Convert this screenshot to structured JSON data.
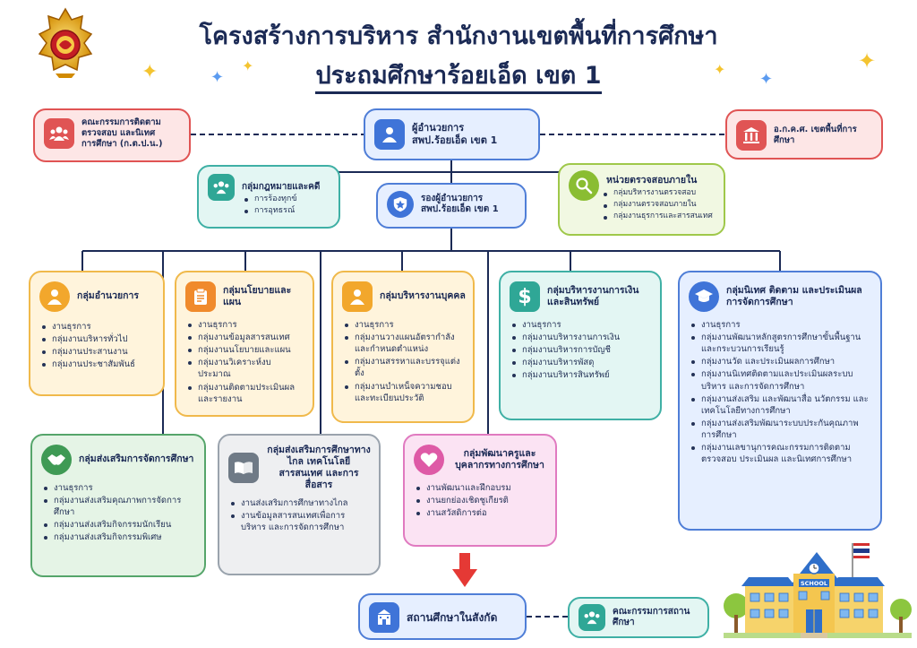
{
  "header": {
    "title_line1": "โครงสร้างการบริหาร สำนักงานเขตพื้นที่การศึกษา",
    "title_line2": "ประถมศึกษาร้อยเอ็ด เขต 1"
  },
  "director": {
    "title": "ผู้อำนวยการ\nสพป.ร้อยเอ็ด เขต 1",
    "icon": "person-icon"
  },
  "deputy": {
    "title": "รองผู้อำนวยการ\nสพป.ร้อยเอ็ด เขต 1",
    "icon": "badge-icon"
  },
  "committee_left": {
    "title": "คณะกรรมการติดตาม\nตรวจสอบ และนิเทศ\nการศึกษา (ก.ต.ป.น.)",
    "icon": "group-icon"
  },
  "committee_right": {
    "title": "อ.ก.ค.ศ. เขตพื้นที่การ\nศึกษา",
    "icon": "building-icon"
  },
  "legal": {
    "title": "กลุ่มกฎหมายและคดี",
    "icon": "group-icon",
    "items": [
      "การร้องทุกข์",
      "การอุทธรณ์"
    ]
  },
  "audit": {
    "title": "หน่วยตรวจสอบภายใน",
    "icon": "magnifier-icon",
    "items": [
      "กลุ่มบริหารงานตรวจสอบ",
      "กลุ่มงานตรวจสอบภายใน",
      "กลุ่มงานธุรการและสารสนเทศ"
    ]
  },
  "groups": [
    {
      "title": "กลุ่มอำนวยการ",
      "icon": "person-icon",
      "items": [
        "งานธุรการ",
        "กลุ่มงานบริหารทั่วไป",
        "กลุ่มงานประสานงาน",
        "กลุ่มงานประชาสัมพันธ์"
      ]
    },
    {
      "title": "กลุ่มนโยบายและแผน",
      "icon": "clipboard-icon",
      "items": [
        "งานธุรการ",
        "กลุ่มงานข้อมูลสารสนเทศ",
        "กลุ่มงานนโยบายและแผน",
        "กลุ่มงานวิเคราะห์งบประมาณ",
        "กลุ่มงานติดตามประเมินผลและรายงาน"
      ]
    },
    {
      "title": "กลุ่มบริหารงานบุคคล",
      "icon": "person-icon",
      "items": [
        "งานธุรการ",
        "กลุ่มงานวางแผนอัตรากำลังและกำหนดตำแหน่ง",
        "กลุ่มงานสรรหาและบรรจุแต่งตั้ง",
        "กลุ่มงานบำเหน็จความชอบและทะเบียนประวัติ"
      ]
    },
    {
      "title": "กลุ่มบริหารงานการเงินและสินทรัพย์",
      "icon": "dollar-icon",
      "items": [
        "งานธุรการ",
        "กลุ่มงานบริหารงานการเงิน",
        "กลุ่มงานบริหารการบัญชี",
        "กลุ่มงานบริหารพัสดุ",
        "กลุ่มงานบริหารสินทรัพย์"
      ]
    },
    {
      "title": "กลุ่มนิเทศ ติดตาม และประเมินผลการจัดการศึกษา",
      "icon": "graduation-cap-icon",
      "items": [
        "งานธุรการ",
        "กลุ่มงานพัฒนาหลักสูตรการศึกษาขั้นพื้นฐาน และกระบวนการเรียนรู้",
        "กลุ่มงานวัด และประเมินผลการศึกษา",
        "กลุ่มงานนิเทศติดตามและประเมินผลระบบบริหาร และการจัดการศึกษา",
        "กลุ่มงานส่งเสริม และพัฒนาสื่อ นวัตกรรม และเทคโนโลยีทางการศึกษา",
        "กลุ่มงานส่งเสริมพัฒนาระบบประกันคุณภาพการศึกษา",
        "กลุ่มงานเลขานุการคณะกรรมการติดตาม ตรวจสอบ ประเมินผล และนิเทศการศึกษา"
      ]
    },
    {
      "title": "กลุ่มส่งเสริมการจัดการศึกษา",
      "icon": "handshake-icon",
      "items": [
        "งานธุรการ",
        "กลุ่มงานส่งเสริมคุณภาพการจัดการศึกษา",
        "กลุ่มงานส่งเสริมกิจกรรมนักเรียน",
        "กลุ่มงานส่งเสริมกิจกรรมพิเศษ"
      ]
    },
    {
      "title": "กลุ่มส่งเสริมการศึกษาทางไกล เทคโนโลยีสารสนเทศ และการสื่อสาร",
      "icon": "book-icon",
      "items": [
        "งานส่งเสริมการศึกษาทางไกล",
        "งานข้อมูลสารสนเทศเพื่อการบริหาร และการจัดการศึกษา"
      ]
    },
    {
      "title": "กลุ่มพัฒนาครูและบุคลากรทางการศึกษา",
      "icon": "heart-icon",
      "items": [
        "งานพัฒนาและฝึกอบรม",
        "งานยกย่องเชิดชูเกียรติ",
        "งานสวัสดิการต่อ"
      ]
    }
  ],
  "schools": {
    "title": "สถานศึกษาในสังกัด",
    "icon": "school-building-icon"
  },
  "school_board": {
    "title": "คณะกรรมการสถานศึกษา",
    "icon": "group-icon"
  },
  "illustration": {
    "sign": "SCHOOL"
  },
  "colors": {
    "title": "#1b2a55",
    "line": "#1b2a55",
    "arrow": "#e53935",
    "sparkle_gold": "#f4c430",
    "sparkle_blue": "#5b9bf0"
  }
}
